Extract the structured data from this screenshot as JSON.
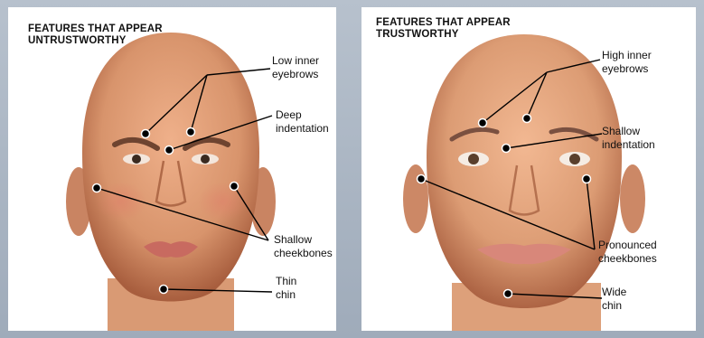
{
  "left_panel": {
    "title_line1": "FEATURES THAT APPEAR",
    "title_line2": "UNTRUSTWORTHY",
    "labels": [
      {
        "line1": "Low inner",
        "line2": "eyebrows"
      },
      {
        "line1": "Deep",
        "line2": "indentation"
      },
      {
        "line1": "Shallow",
        "line2": "cheekbones"
      },
      {
        "line1": "Thin",
        "line2": "chin"
      }
    ]
  },
  "right_panel": {
    "title_line1": "FEATURES THAT APPEAR",
    "title_line2": "TRUSTWORTHY",
    "labels": [
      {
        "line1": "High inner",
        "line2": "eyebrows"
      },
      {
        "line1": "Shallow",
        "line2": "indentation"
      },
      {
        "line1": "Pronounced",
        "line2": "cheekbones"
      },
      {
        "line1": "Wide",
        "line2": "chin"
      }
    ]
  },
  "colors": {
    "skin": "#e0a07a",
    "skin_shadow": "#b86e4c",
    "outer_frame": "#a9b4c2",
    "lip_untrustworthy": "#c86a60",
    "lip_trustworthy": "#d8877a"
  }
}
